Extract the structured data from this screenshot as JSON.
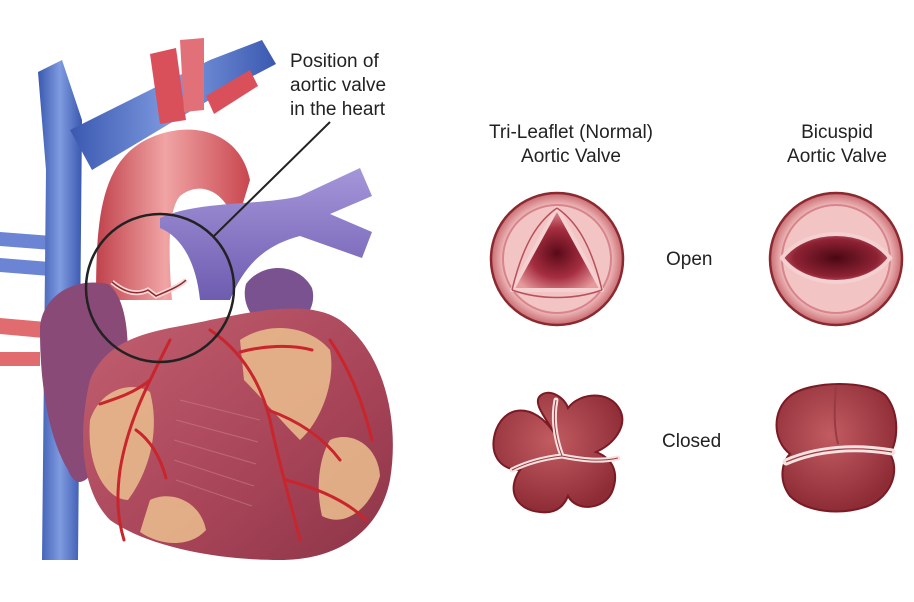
{
  "labels": {
    "callout": "Position of\naortic valve\nin the heart",
    "tri_title": "Tri-Leaflet (Normal)\nAortic Valve",
    "bicuspid_title": "Bicuspid\nAortic Valve",
    "open": "Open",
    "closed": "Closed"
  },
  "colors": {
    "vein_blue": "#4f6fc8",
    "artery_red": "#d9505a",
    "pulmonary_purple": "#8a78c8",
    "heart_muscle": "#b0485a",
    "fat_tan": "#e8b98c",
    "valve_dark": "#8a1e30",
    "valve_outline": "#7a1a24"
  }
}
